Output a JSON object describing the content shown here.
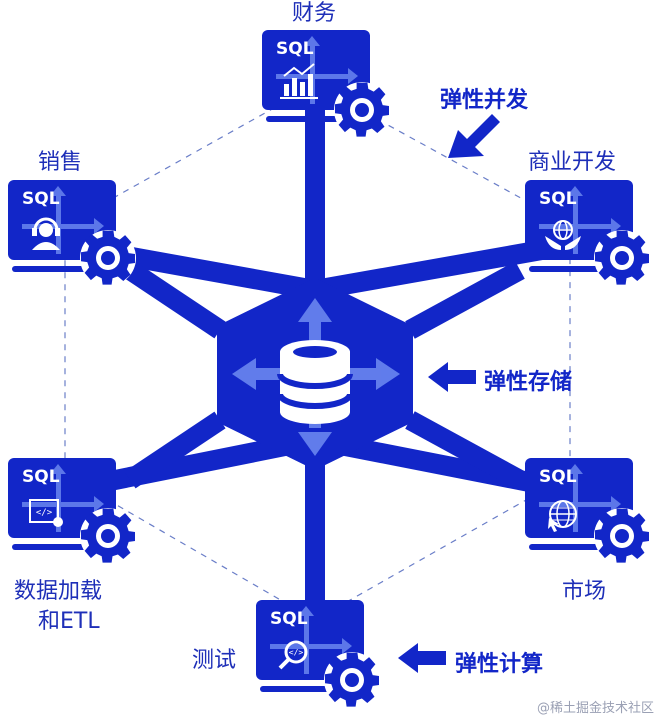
{
  "nodes": [
    {
      "id": "finance",
      "label": "财务",
      "sql": "SQL",
      "icon": "bar-chart-icon"
    },
    {
      "id": "sales",
      "label": "销售",
      "sql": "SQL",
      "icon": "headset-agent-icon"
    },
    {
      "id": "bizdev",
      "label": "商业开发",
      "sql": "SQL",
      "icon": "globe-hands-icon"
    },
    {
      "id": "etl",
      "label": "数据加载",
      "label2": "和ETL",
      "sql": "SQL",
      "icon": "code-window-icon"
    },
    {
      "id": "market",
      "label": "市场",
      "sql": "SQL",
      "icon": "globe-cursor-icon"
    },
    {
      "id": "test",
      "label": "测试",
      "sql": "SQL",
      "icon": "magnifier-code-icon"
    }
  ],
  "center": {
    "icon": "database-icon"
  },
  "callouts": {
    "concurrency": "弹性并发",
    "storage": "弹性存储",
    "compute": "弹性计算"
  },
  "watermark": "@稀土掘金技术社区",
  "colors": {
    "primary": "#1226c8",
    "accent": "#2a48e8",
    "light": "#7f9cff"
  }
}
